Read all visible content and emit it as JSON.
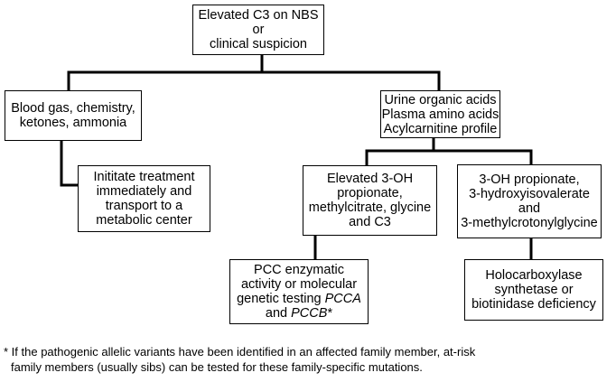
{
  "nodes": {
    "start": {
      "lines": [
        "Elevated C3 on NBS",
        "or",
        "clinical suspicion"
      ]
    },
    "labs_left": {
      "lines": [
        "Blood gas, chemistry,",
        "ketones, ammonia"
      ]
    },
    "labs_right": {
      "lines": [
        "Urine organic acids",
        "Plasma amino acids",
        "Acylcarnitine profile"
      ]
    },
    "treatment": {
      "lines": [
        "Inititate treatment",
        "immediately and",
        "transport to a",
        "metabolic center"
      ]
    },
    "pa_markers": {
      "lines": [
        "Elevated 3-OH",
        "propionate,",
        "methylcitrate, glycine",
        "and C3"
      ]
    },
    "mcd_markers": {
      "lines": [
        "3-OH propionate,",
        "3-hydroxyisovalerate",
        "and",
        "3-methylcrotonylglycine"
      ]
    },
    "pcc_testing": {
      "line1": "PCC enzymatic",
      "line2": "activity or molecular",
      "line3_prefix": "genetic testing ",
      "line3_gene": "PCCA",
      "line4_prefix": "and ",
      "line4_gene": "PCCB",
      "line4_suffix": "*"
    },
    "holocarboxylase": {
      "lines": [
        "Holocarboxylase",
        "synthetase or",
        "biotinidase deficiency"
      ]
    }
  },
  "footnote": {
    "line1": "* If the pathogenic allelic variants have been identified in an affected family member, at-risk",
    "line2": "family members (usually sibs) can be tested for these family-specific mutations."
  }
}
